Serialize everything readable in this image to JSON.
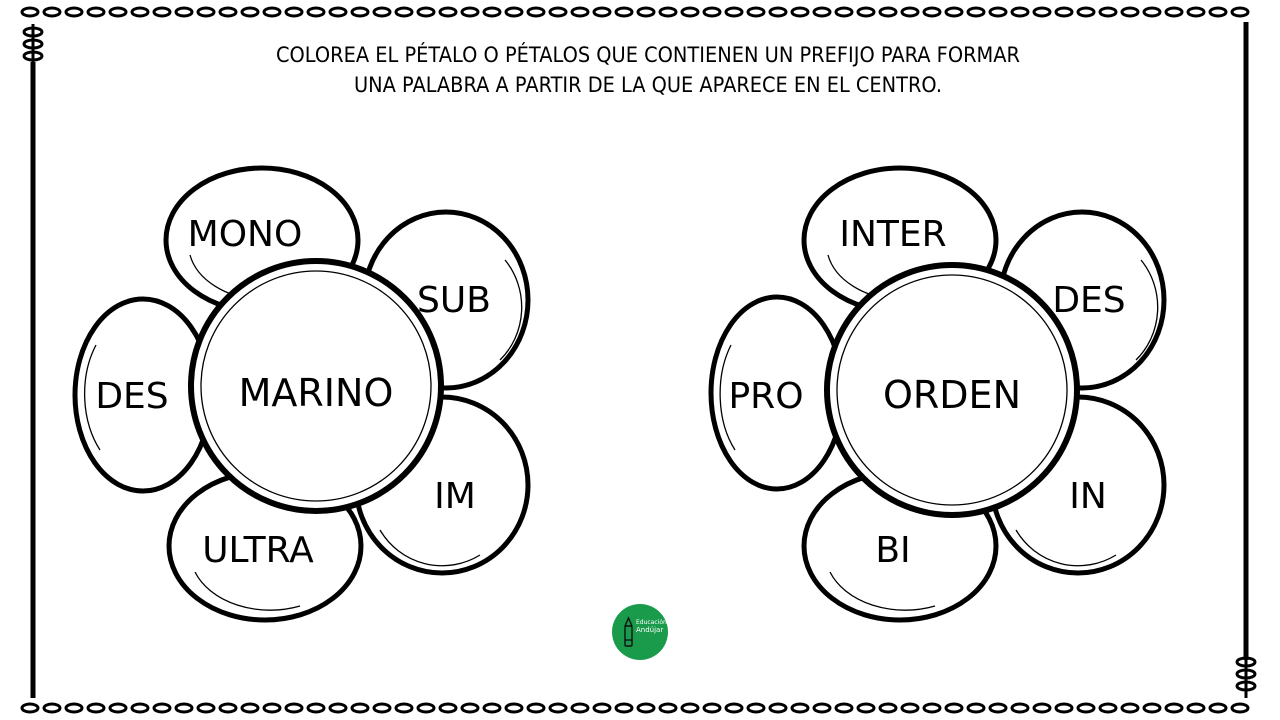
{
  "instructions": {
    "line1": "COLOREA EL PÉTALO O PÉTALOS QUE CONTIENEN UN PREFIJO PARA FORMAR",
    "line2": "UNA PALABRA A PARTIR DE LA QUE APARECE EN EL CENTRO."
  },
  "flowers": [
    {
      "center": "MARINO",
      "petals": {
        "top": "MONO",
        "upper_right": "SUB",
        "left": "DES",
        "lower_right": "IM",
        "bottom": "ULTRA"
      }
    },
    {
      "center": "ORDEN",
      "petals": {
        "top": "INTER",
        "upper_right": "DES",
        "left": "PRO",
        "lower_right": "IN",
        "bottom": "BI"
      }
    }
  ],
  "logo": {
    "line1": "Educación",
    "line2": "Andújar",
    "color": "#1a9b4b"
  },
  "colors": {
    "ink": "#000000",
    "paper": "#ffffff"
  }
}
